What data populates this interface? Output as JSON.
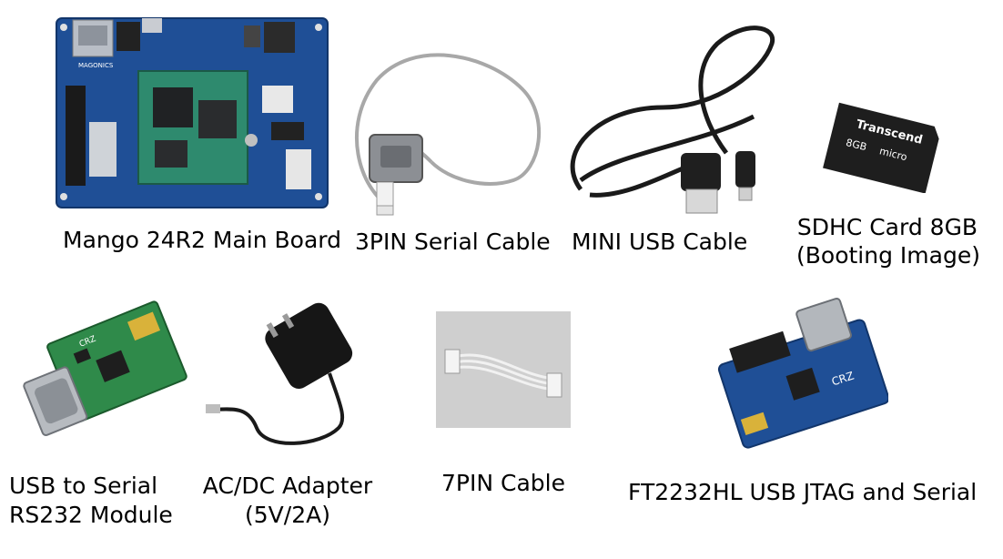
{
  "items": {
    "main_board": {
      "label": "Mango 24R2 Main Board",
      "silkscreen": "MAGONICS"
    },
    "serial_cable": {
      "label": "3PIN Serial Cable"
    },
    "mini_usb": {
      "label": "MINI USB Cable"
    },
    "sd_card": {
      "line1": "SDHC Card 8GB",
      "line2": "(Booting Image)",
      "brand": "Transcend",
      "capacity": "8GB",
      "type": "micro"
    },
    "usb_serial": {
      "line1": "USB to Serial",
      "line2": "RS232 Module",
      "silkscreen": "CRZ"
    },
    "adapter": {
      "line1": "AC/DC Adapter",
      "line2": "(5V/2A)"
    },
    "seven_pin": {
      "label": "7PIN Cable"
    },
    "jtag": {
      "label": "FT2232HL USB JTAG and Serial",
      "silkscreen": "CRZ"
    }
  },
  "colors": {
    "board_blue": "#1f4f96",
    "pcb_green": "#2f8a4a",
    "cable_gray": "#a8a8a8",
    "black": "#1a1a1a"
  }
}
